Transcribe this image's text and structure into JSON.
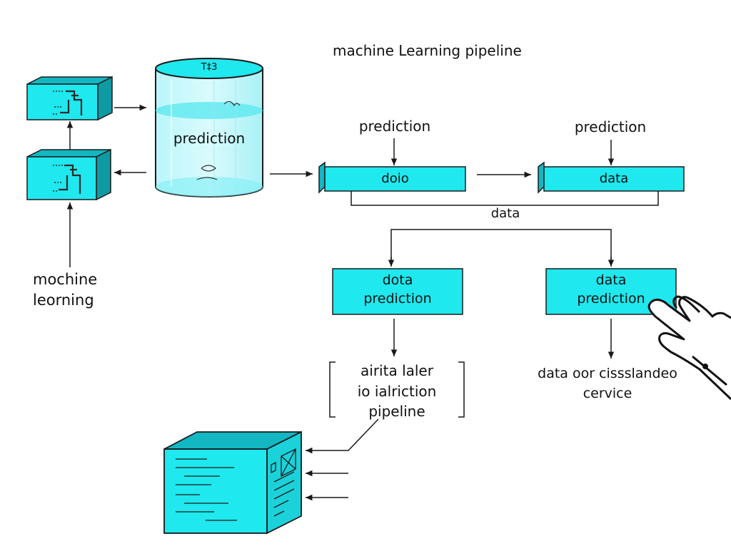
{
  "title": "machine Learning pipeline",
  "database": {
    "cap_label": "T‡3",
    "body_label": "prediction"
  },
  "left_label": {
    "line1": "mochine",
    "line2": "leorning"
  },
  "top_labels": {
    "left": "prediction",
    "right": "prediction"
  },
  "data_bars": {
    "left": "doio",
    "right": "data"
  },
  "bracket_label": "data",
  "process_boxes": {
    "left": {
      "line1": "dota",
      "line2": "prediction"
    },
    "right": {
      "line1": "data",
      "line2": "prediction"
    }
  },
  "bracket_note": {
    "line1": "airita laler",
    "line2": "io ialriction",
    "line3": "pipeline"
  },
  "service_note": {
    "line1": "data oor cissslandeo",
    "line2": "cervice"
  },
  "colors": {
    "cyan": "#1fe8ee",
    "cyan_dark": "#12b7c2",
    "cyan_light": "#8cf3f7",
    "stroke": "#1a1a1a"
  },
  "icons": [
    "chip-icon",
    "database-icon",
    "server-icon",
    "hand-pointer-icon"
  ]
}
